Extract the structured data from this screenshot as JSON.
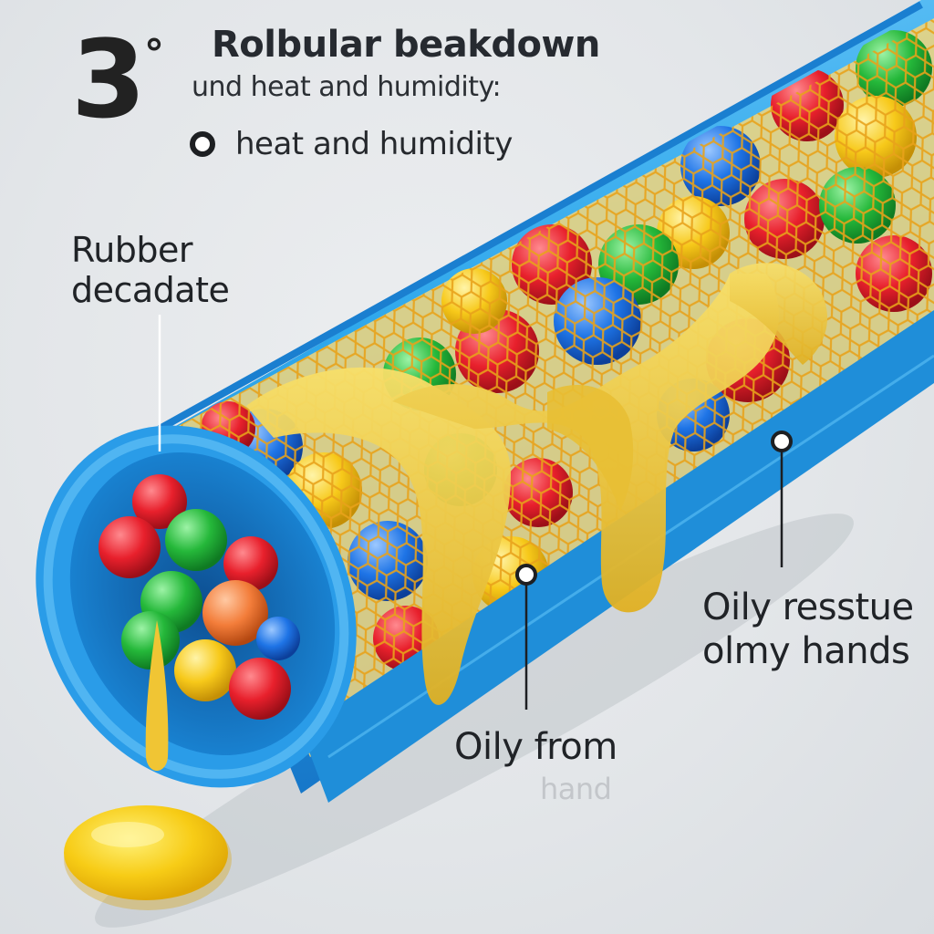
{
  "header": {
    "step_number": "3",
    "step_mark": "°",
    "title": "Rolbular beakdown",
    "subtitle": "und heat and humidity:",
    "bullet": "heat and humidity"
  },
  "callouts": {
    "rubber": "Rubber\ndecadate",
    "oily_right": "Oily resstue\nolmy hands",
    "oily_from": "Oily from",
    "faint": "hand"
  },
  "colors": {
    "tube_blue": "#2fa8ec",
    "tube_edge": "#1a7fd0",
    "slime_yellow": "#f0c534",
    "mesh_orange": "#e8a21a",
    "ball_red": "#e8202c",
    "ball_green": "#25b83a",
    "ball_blue": "#1e74e6",
    "ball_yellow": "#f7c91a",
    "background": "#e4e7ea"
  }
}
